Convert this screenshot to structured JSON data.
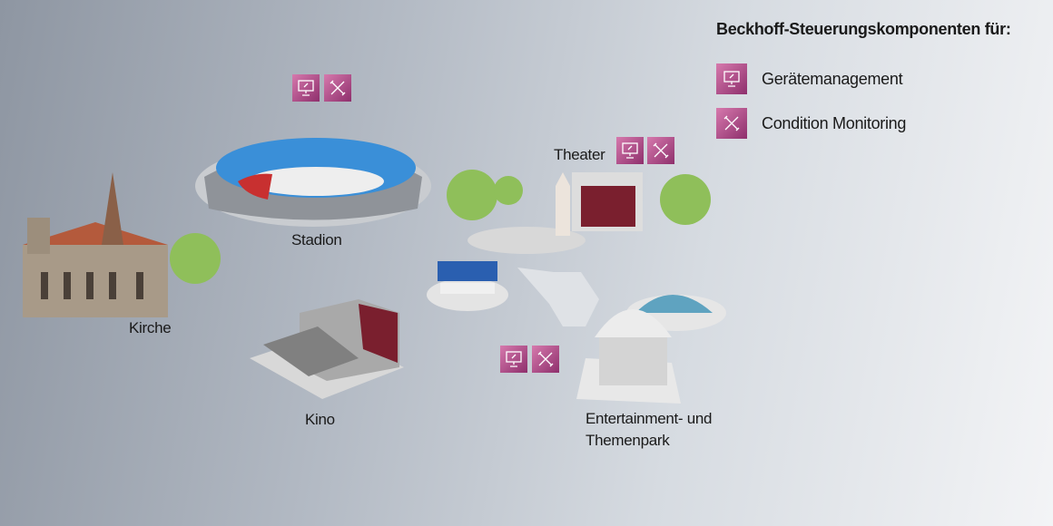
{
  "legend": {
    "title": "Beckhoff-Steuerungskomponenten für:",
    "items": [
      {
        "icon": "monitor-icon",
        "label": "Gerätemanagement"
      },
      {
        "icon": "tools-icon",
        "label": "Condition Monitoring"
      }
    ]
  },
  "venues": {
    "stadion": "Stadion",
    "kirche": "Kirche",
    "kino": "Kino",
    "theater": "Theater",
    "park_line1": "Entertainment- und",
    "park_line2": "Themenpark"
  },
  "colors": {
    "badge_start": "#d679ad",
    "badge_end": "#8e2f6c"
  }
}
